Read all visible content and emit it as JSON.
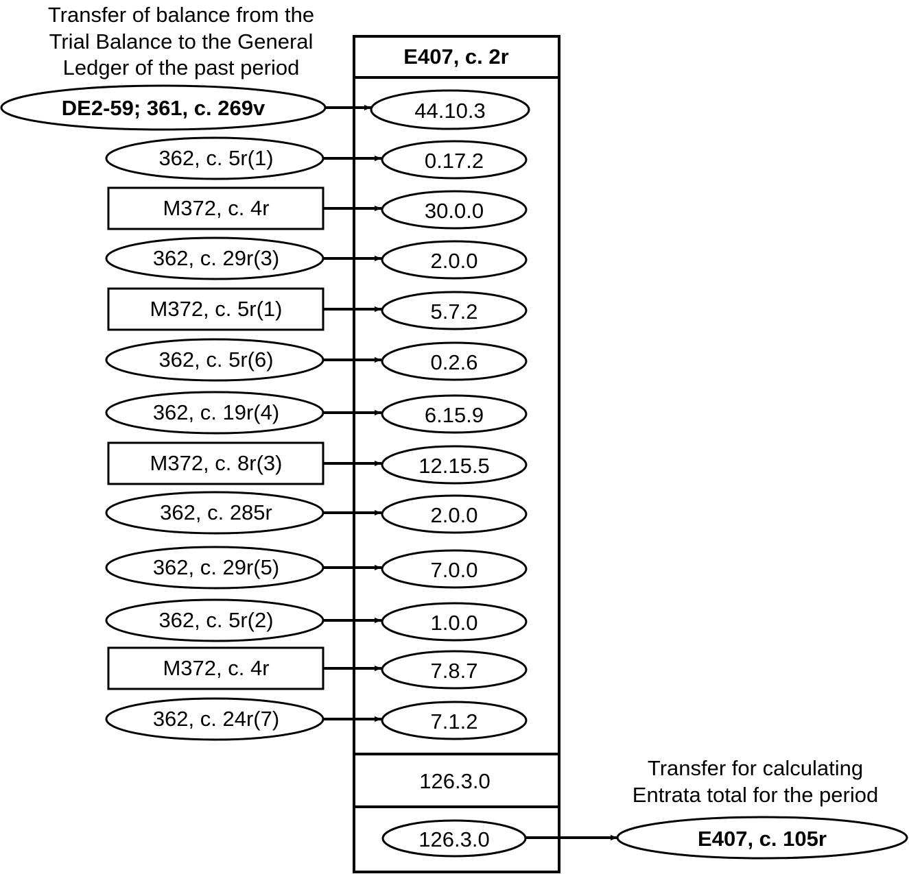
{
  "note_top": [
    "Transfer of balance from the",
    "Trial Balance to the General",
    "Ledger of the past period"
  ],
  "note_bottom": [
    "Transfer for calculating",
    "Entrata total for the period"
  ],
  "header": "E407, c. 2r",
  "opening_source": "DE2-59; 361, c. 269v",
  "opening_value": "44.10.3",
  "entries": [
    {
      "source": "362, c. 5r(1)",
      "shape": "ellipse",
      "value": "0.17.2"
    },
    {
      "source": "M372, c. 4r",
      "shape": "rect",
      "value": "30.0.0"
    },
    {
      "source": "362, c. 29r(3)",
      "shape": "ellipse",
      "value": "2.0.0"
    },
    {
      "source": "M372, c. 5r(1)",
      "shape": "rect",
      "value": "5.7.2"
    },
    {
      "source": "362, c. 5r(6)",
      "shape": "ellipse",
      "value": "0.2.6"
    },
    {
      "source": "362, c. 19r(4)",
      "shape": "ellipse",
      "value": "6.15.9"
    },
    {
      "source": "M372, c. 8r(3)",
      "shape": "rect",
      "value": "12.15.5"
    },
    {
      "source": "362, c. 285r",
      "shape": "ellipse",
      "value": "2.0.0"
    },
    {
      "source": "362, c. 29r(5)",
      "shape": "ellipse",
      "value": "7.0.0"
    },
    {
      "source": "362, c. 5r(2)",
      "shape": "ellipse",
      "value": "1.0.0"
    },
    {
      "source": "M372, c. 4r",
      "shape": "rect",
      "value": "7.8.7"
    },
    {
      "source": "362, c. 24r(7)",
      "shape": "ellipse",
      "value": "7.1.2"
    }
  ],
  "total": "126.3.0",
  "carried_value": "126.3.0",
  "destination": "E407, c. 105r"
}
